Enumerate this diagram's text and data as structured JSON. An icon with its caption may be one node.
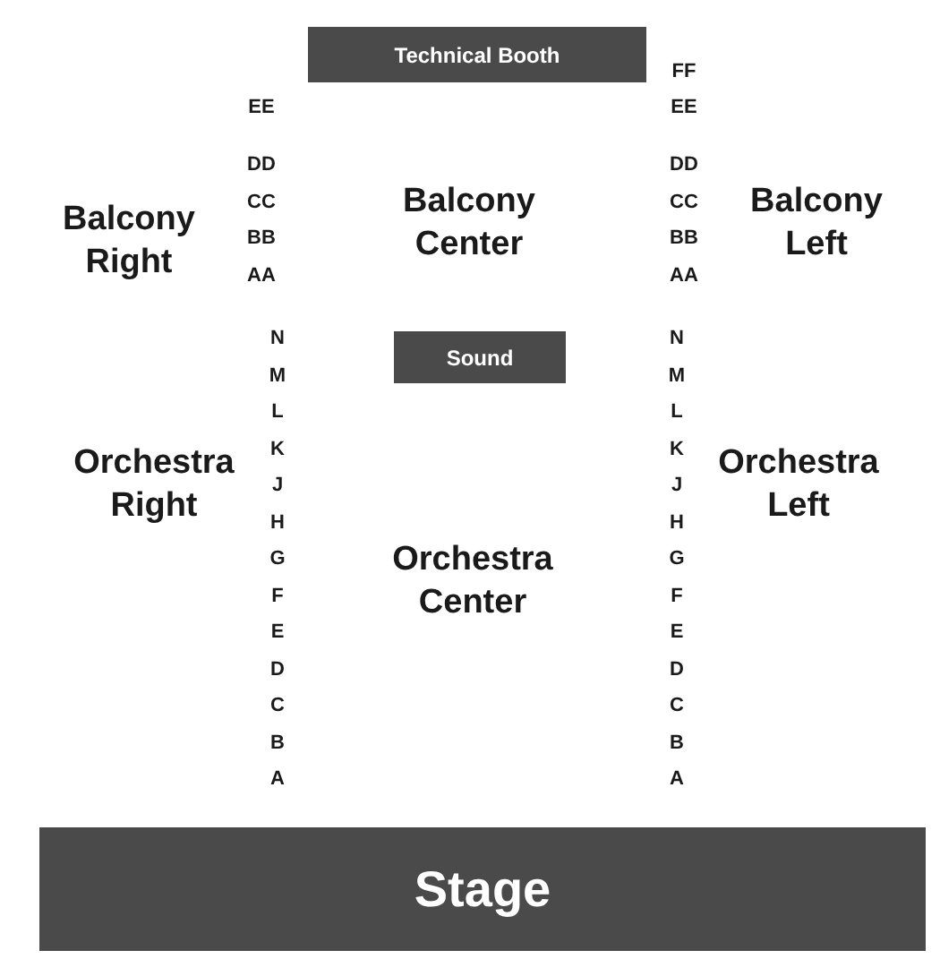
{
  "diagram": {
    "nodes": [
      {
        "text": [
          "Technical Booth"
        ]
      },
      {
        "text": [
          "Sound"
        ]
      },
      {
        "text": [
          "Stage"
        ]
      }
    ],
    "edges": [],
    "labels": [
      "FF",
      "EE",
      "EE",
      "DD",
      "DD",
      "Balcony Right",
      "Balcony Center",
      "Balcony Left",
      "CC",
      "CC",
      "BB",
      "BB",
      "AA",
      "AA",
      "N",
      "N",
      "M",
      "M",
      "L",
      "L",
      "K",
      "K",
      "J",
      "J",
      "H",
      "H",
      "G",
      "G",
      "F",
      "F",
      "E",
      "E",
      "D",
      "D",
      "C",
      "C",
      "B",
      "B",
      "A",
      "A",
      "Orchestra Right",
      "Orchestra Center",
      "Orchestra Left"
    ]
  }
}
